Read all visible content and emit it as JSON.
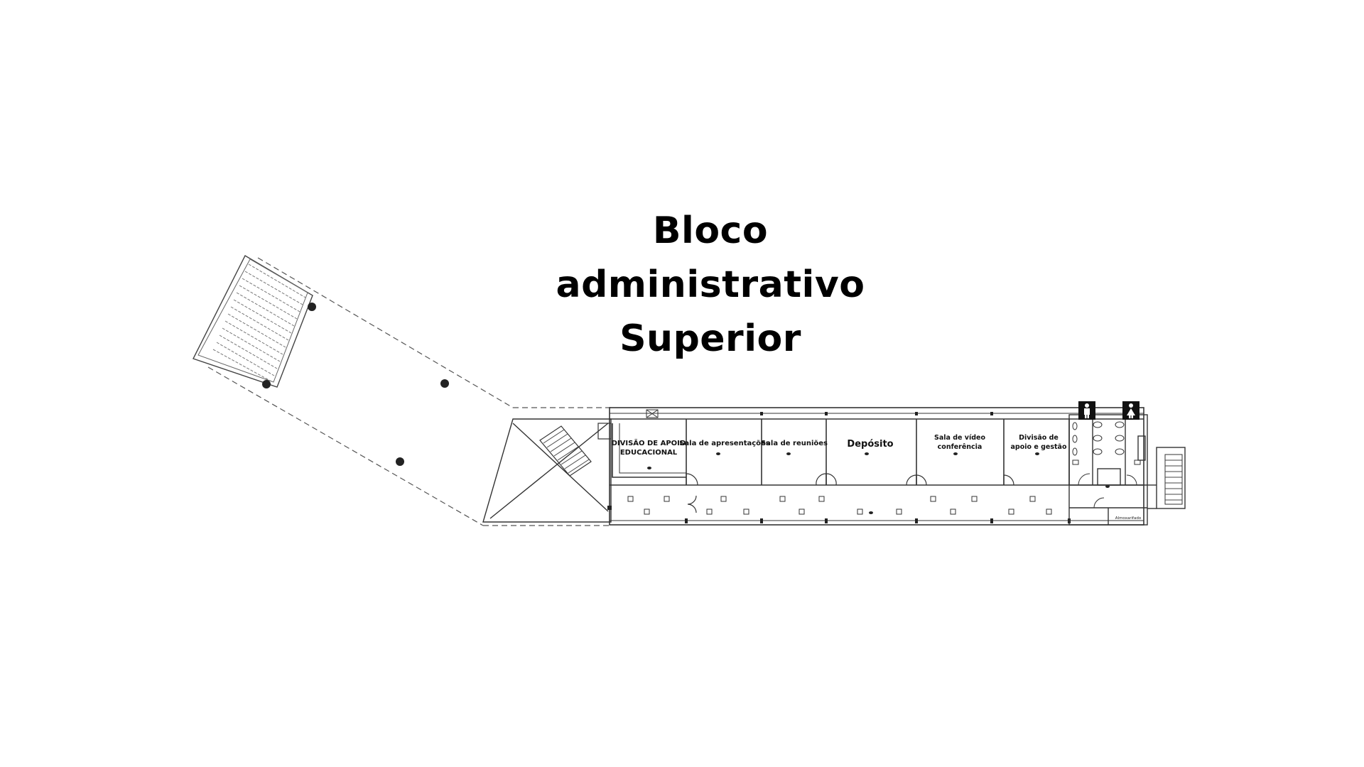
{
  "title": {
    "line1": "Bloco",
    "line2": "administrativo",
    "line3": "Superior"
  },
  "rooms": {
    "divisao_apoio_educacional_line1": "DIVISÃO DE APOIO",
    "divisao_apoio_educacional_line2": "EDUCACIONAL",
    "sala_apresentacoes": "Sala de apresentações",
    "sala_reunioes": "Sala de reuniões",
    "deposito": "Depósito",
    "sala_video_line1": "Sala de vídeo",
    "sala_video_line2": "conferência",
    "divisao_apoio_gestao_line1": "Divisão de",
    "divisao_apoio_gestao_line2": "apoio e gestão",
    "almoxarifado": "Almoxarifado"
  },
  "colors": {
    "line": "#333333",
    "accent": "#000000",
    "background": "#ffffff"
  },
  "icons": {
    "restroom_male": "male-restroom-icon",
    "restroom_female": "female-restroom-icon"
  }
}
